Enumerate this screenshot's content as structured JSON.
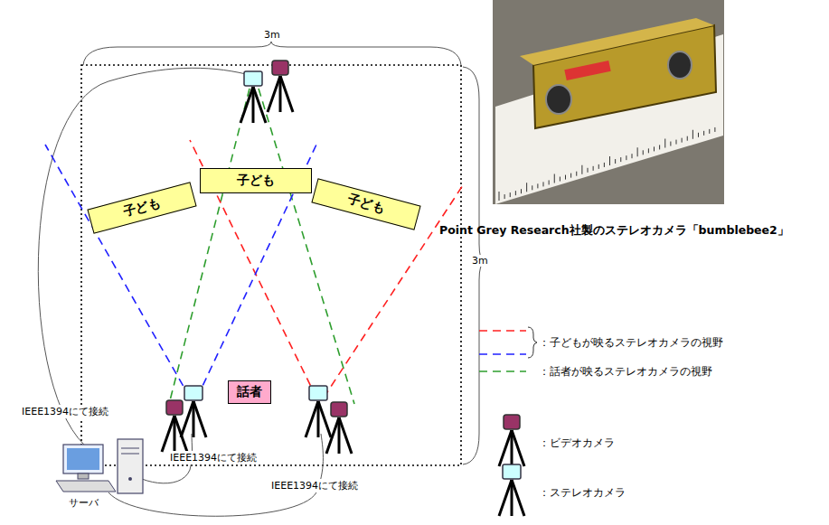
{
  "diagram": {
    "nodes": [
      {
        "text": [
          "子ども"
        ]
      },
      {
        "text": [
          "子ども"
        ]
      },
      {
        "text": [
          "子ども"
        ]
      },
      {
        "text": [
          "話者"
        ]
      }
    ],
    "labels": [
      "3m",
      "3m",
      "IEEE1394にて接続",
      "IEEE1394にて接続",
      "IEEE1394にて接続",
      "サーバ",
      "Point Grey Research社製のステレオカメラ「bumblebee2」"
    ],
    "legend": [
      {
        "text": "：子どもが映るステレオカメラの視野"
      },
      {
        "text": "：話者が映るステレオカメラの視野"
      },
      {
        "text": "：ビデオカメラ"
      },
      {
        "text": "：ステレオカメラ"
      }
    ]
  }
}
